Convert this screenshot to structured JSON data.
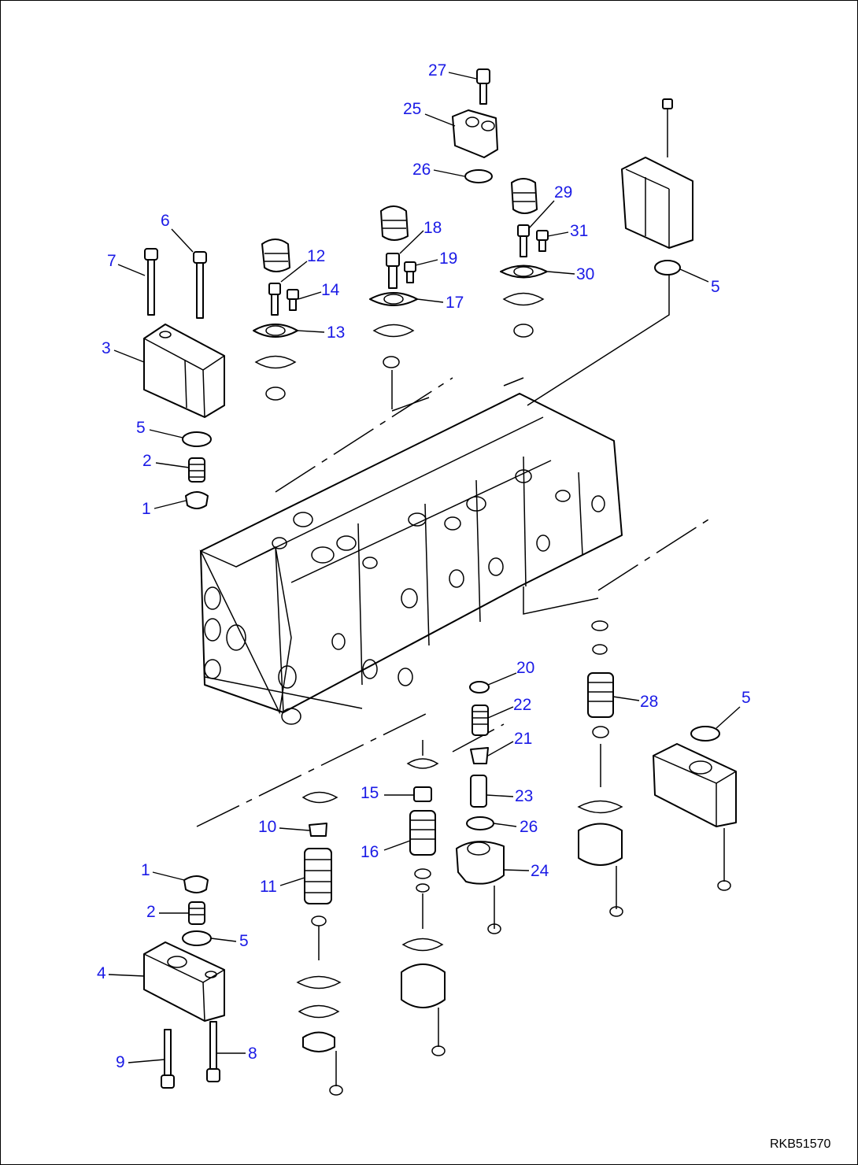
{
  "drawing": {
    "code": "RKB51570",
    "callout_color": "#1a1ae6",
    "callouts": {
      "c27": "27",
      "c25": "25",
      "c26a": "26",
      "c29": "29",
      "c31": "31",
      "c30": "30",
      "c5a": "5",
      "c18": "18",
      "c19": "19",
      "c17": "17",
      "c6": "6",
      "c7": "7",
      "c12": "12",
      "c14": "14",
      "c13": "13",
      "c3": "3",
      "c5b": "5",
      "c2a": "2",
      "c1a": "1",
      "c20": "20",
      "c22": "22",
      "c21": "21",
      "c28": "28",
      "c5c": "5",
      "c15": "15",
      "c23": "23",
      "c10": "10",
      "c26b": "26",
      "c16": "16",
      "c24": "24",
      "c11": "11",
      "c1b": "1",
      "c2b": "2",
      "c5d": "5",
      "c4": "4",
      "c8": "8",
      "c9": "9"
    }
  }
}
